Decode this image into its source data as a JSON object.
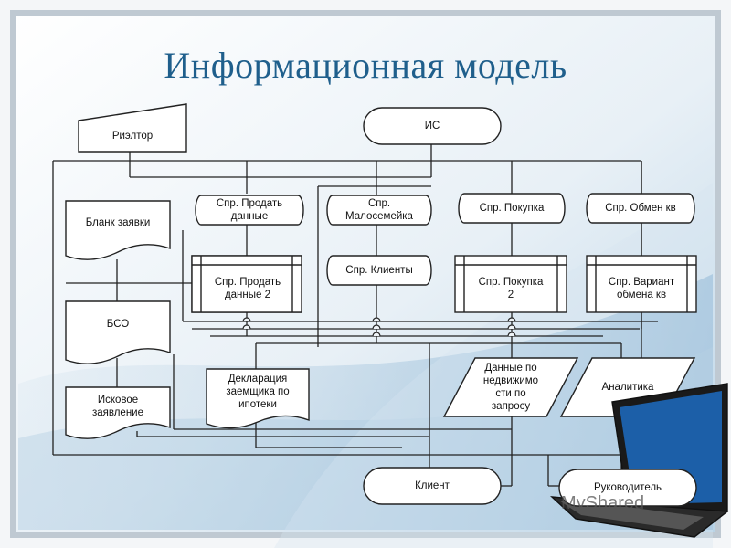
{
  "title": "Информационная модель",
  "nodes": {
    "realtor": "Риэлтор",
    "is": "ИС",
    "blank": "Бланк заявки",
    "bso": "БСО",
    "claim": "Исковое\nзаявление",
    "sell_data": "Спр. Продать\nданные",
    "sell_data2": "Спр. Продать\nданные 2",
    "small_family": "Спр.\nМалосемейка",
    "clients": "Спр. Клиенты",
    "buy": "Спр. Покупка",
    "buy2": "Спр. Покупка\n2",
    "exchange": "Спр. Обмен кв",
    "exchange_variant": "Спр. Вариант\nобмена кв",
    "declaration": "Декларация\nзаемщика по\nипотеки",
    "realty_data": "Данные по\nнедвижимо\nсти по\nзапросу",
    "analytics": "Аналитика",
    "client": "Клиент",
    "manager": "Руководитель"
  },
  "watermark": "MyShared",
  "colors": {
    "title": "#1f5f8c",
    "line": "#222222",
    "node_fill": "#ffffff",
    "laptop": "#1c5fa8"
  }
}
